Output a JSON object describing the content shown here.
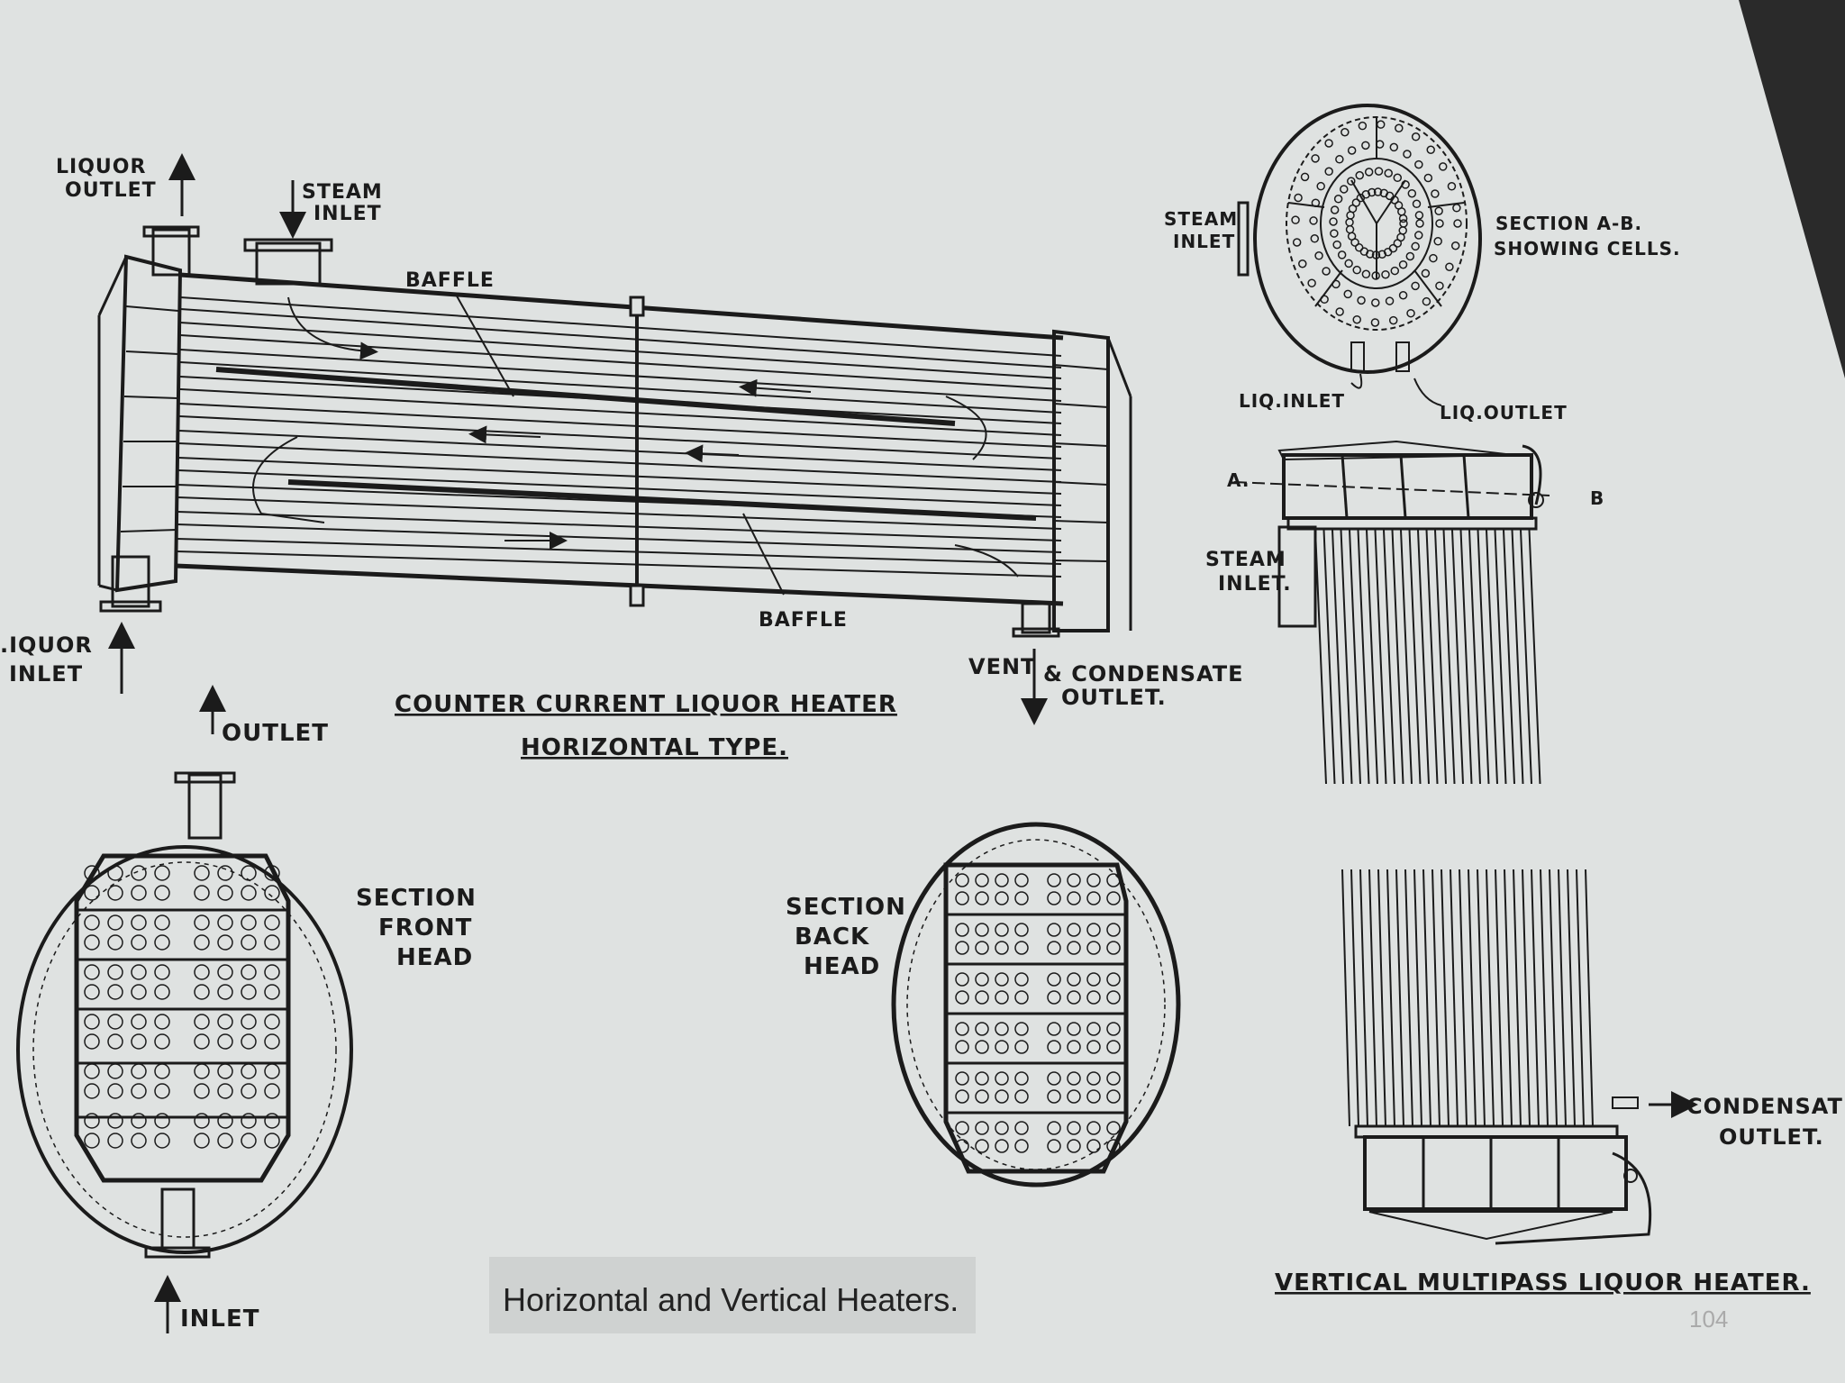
{
  "colors": {
    "paper": "#dfe2e1",
    "ink": "#1b1b1b",
    "background": "#2a2a2a"
  },
  "horizontal_heater": {
    "liquor_outlet": [
      "LIQUOR",
      "OUTLET"
    ],
    "steam_inlet": [
      "STEAM",
      "INLET"
    ],
    "baffle_top": "BAFFLE",
    "baffle_bottom": "BAFFLE",
    "liquor_inlet": [
      ".IQUOR",
      "INLET"
    ],
    "vent": [
      "VENT",
      "& CONDENSATE",
      "OUTLET."
    ],
    "title": [
      "COUNTER CURRENT LIQUOR HEATER",
      "HORIZONTAL TYPE."
    ]
  },
  "section_cells": {
    "steam_inlet": [
      "STEAM",
      "INLET"
    ],
    "caption": [
      "SECTION A-B.",
      "SHOWING CELLS."
    ],
    "liq_inlet": "LIQ.INLET",
    "liq_outlet": "LIQ.OUTLET"
  },
  "vertical_heater": {
    "label_a": "A.",
    "label_b": "B",
    "steam_inlet": [
      "STEAM",
      "INLET."
    ],
    "condensate": [
      "CONDENSATE",
      "OUTLET."
    ],
    "title": "VERTICAL MULTIPASS LIQUOR HEATER."
  },
  "front_head": {
    "outlet": "OUTLET",
    "inlet": "INLET",
    "caption": [
      "SECTION",
      "FRONT",
      "HEAD"
    ]
  },
  "back_head": {
    "caption": [
      "SECTION",
      "BACK",
      "HEAD"
    ]
  },
  "slide_caption": "Horizontal and Vertical Heaters.",
  "page_number": "104"
}
